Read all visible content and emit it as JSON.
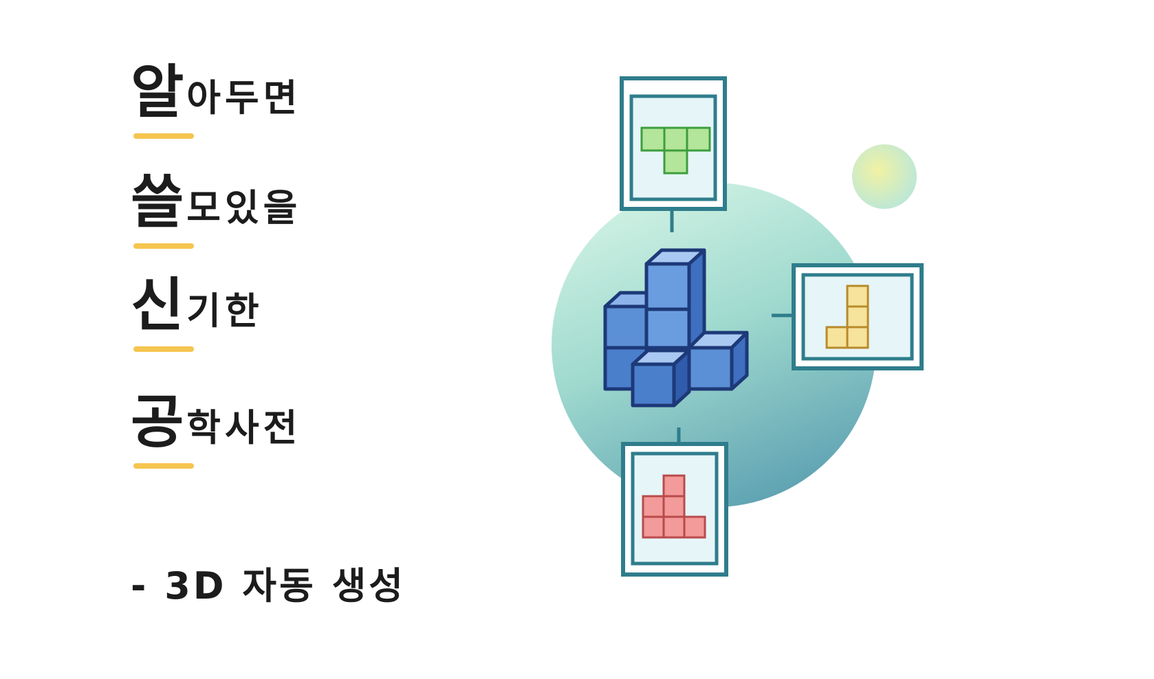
{
  "title": {
    "lines": [
      {
        "initial": "알",
        "rest": "아두면"
      },
      {
        "initial": "쓸",
        "rest": "모있을"
      },
      {
        "initial": "신",
        "rest": "기한"
      },
      {
        "initial": "공",
        "rest": "학사전"
      }
    ],
    "subtitle": "- 3D 자동 생성"
  },
  "colors": {
    "accent_underline": "#f6c550",
    "frame": "#2f7d8c",
    "frame_inner": "#e6f5f8",
    "circle_top": "#b8ecd8",
    "circle_bottom": "#3f8fa3",
    "cube_face": "#5b8fd6",
    "cube_outline": "#1d3978",
    "piece_green": "#b3e59a",
    "piece_yellow": "#f6e39c",
    "piece_red": "#f39a9a"
  }
}
